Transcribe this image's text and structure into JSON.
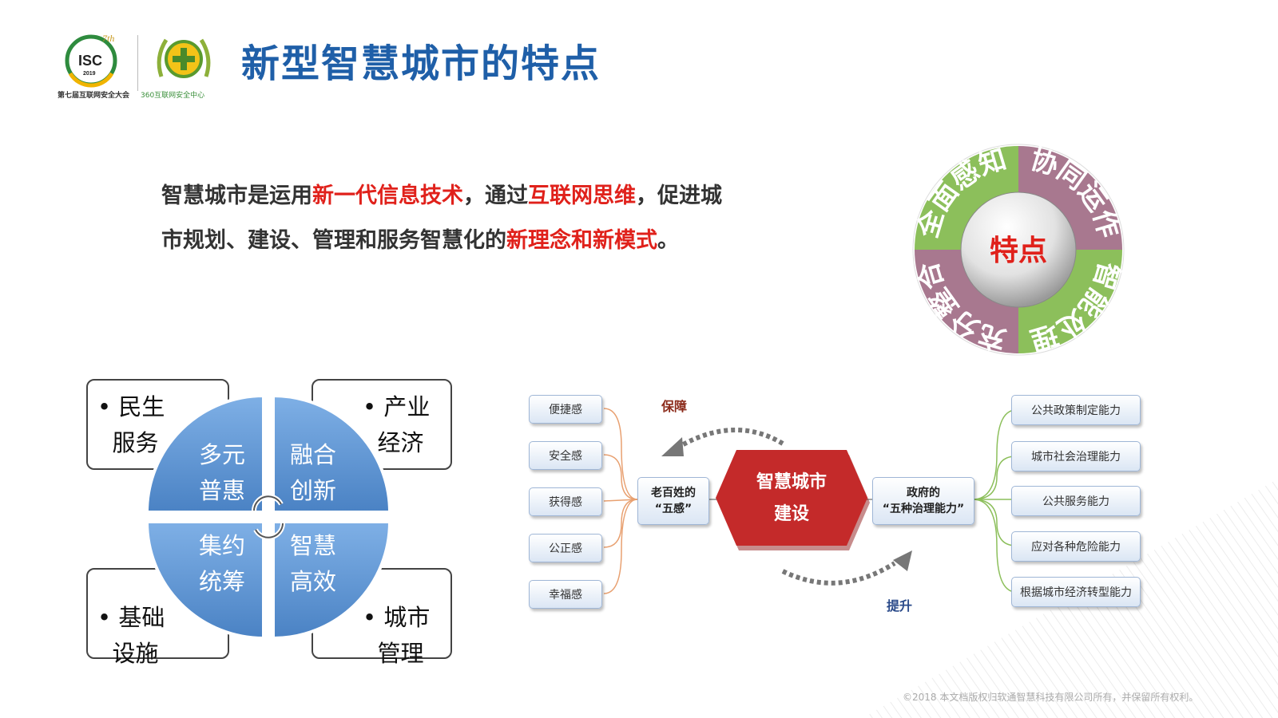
{
  "header": {
    "isc_logo_text": "ISC",
    "isc_logo_year": "2019",
    "isc_logo_badge": "7th",
    "isc_caption": "第七届互联网安全大会",
    "center_caption": "360互联网安全中心",
    "title": "新型智慧城市的特点"
  },
  "intro": {
    "p1": "智慧城市是运用",
    "h1": "新一代信息技术",
    "p2": "，通过",
    "h2": "互联网思维",
    "p3": "，促进城市规划、建设、管理和服务智慧化的",
    "h3": "新理念和新模式",
    "p4": "。"
  },
  "ring": {
    "center": "特点",
    "segments": [
      "全面感知",
      "协同运作",
      "智能处理",
      "充分整合"
    ]
  },
  "quad": {
    "corners": [
      {
        "line1": "民生",
        "line2": "服务"
      },
      {
        "line1": "产业",
        "line2": "经济"
      },
      {
        "line1": "基础",
        "line2": "设施"
      },
      {
        "line1": "城市",
        "line2": "管理"
      }
    ],
    "quadrants": [
      {
        "line1": "多元",
        "line2": "普惠"
      },
      {
        "line1": "融合",
        "line2": "创新"
      },
      {
        "line1": "集约",
        "line2": "统筹"
      },
      {
        "line1": "智慧",
        "line2": "高效"
      }
    ]
  },
  "flow": {
    "senses": [
      "便捷感",
      "安全感",
      "获得感",
      "公正感",
      "幸福感"
    ],
    "people_node": {
      "line1": "老百姓的",
      "line2": "“五感”"
    },
    "center": {
      "line1": "智慧城市",
      "line2": "建设"
    },
    "gov_node": {
      "line1": "政府的",
      "line2": "“五种治理能力”"
    },
    "abilities": [
      "公共政策制定能力",
      "城市社会治理能力",
      "公共服务能力",
      "应对各种危险能力",
      "根据城市经济转型能力"
    ],
    "guarantee_label": "保障",
    "improve_label": "提升"
  },
  "footer": {
    "copyright": "©2018 本文档版权归软通智慧科技有限公司所有，并保留所有权利。"
  },
  "colors": {
    "title_blue": "#1f5fa8",
    "highlight_red": "#e0211b",
    "ring_green": "#8cbf5b",
    "ring_mauve": "#a8788f",
    "quad_blue": "#5b93d3",
    "hexagon_red": "#c42a2a"
  }
}
